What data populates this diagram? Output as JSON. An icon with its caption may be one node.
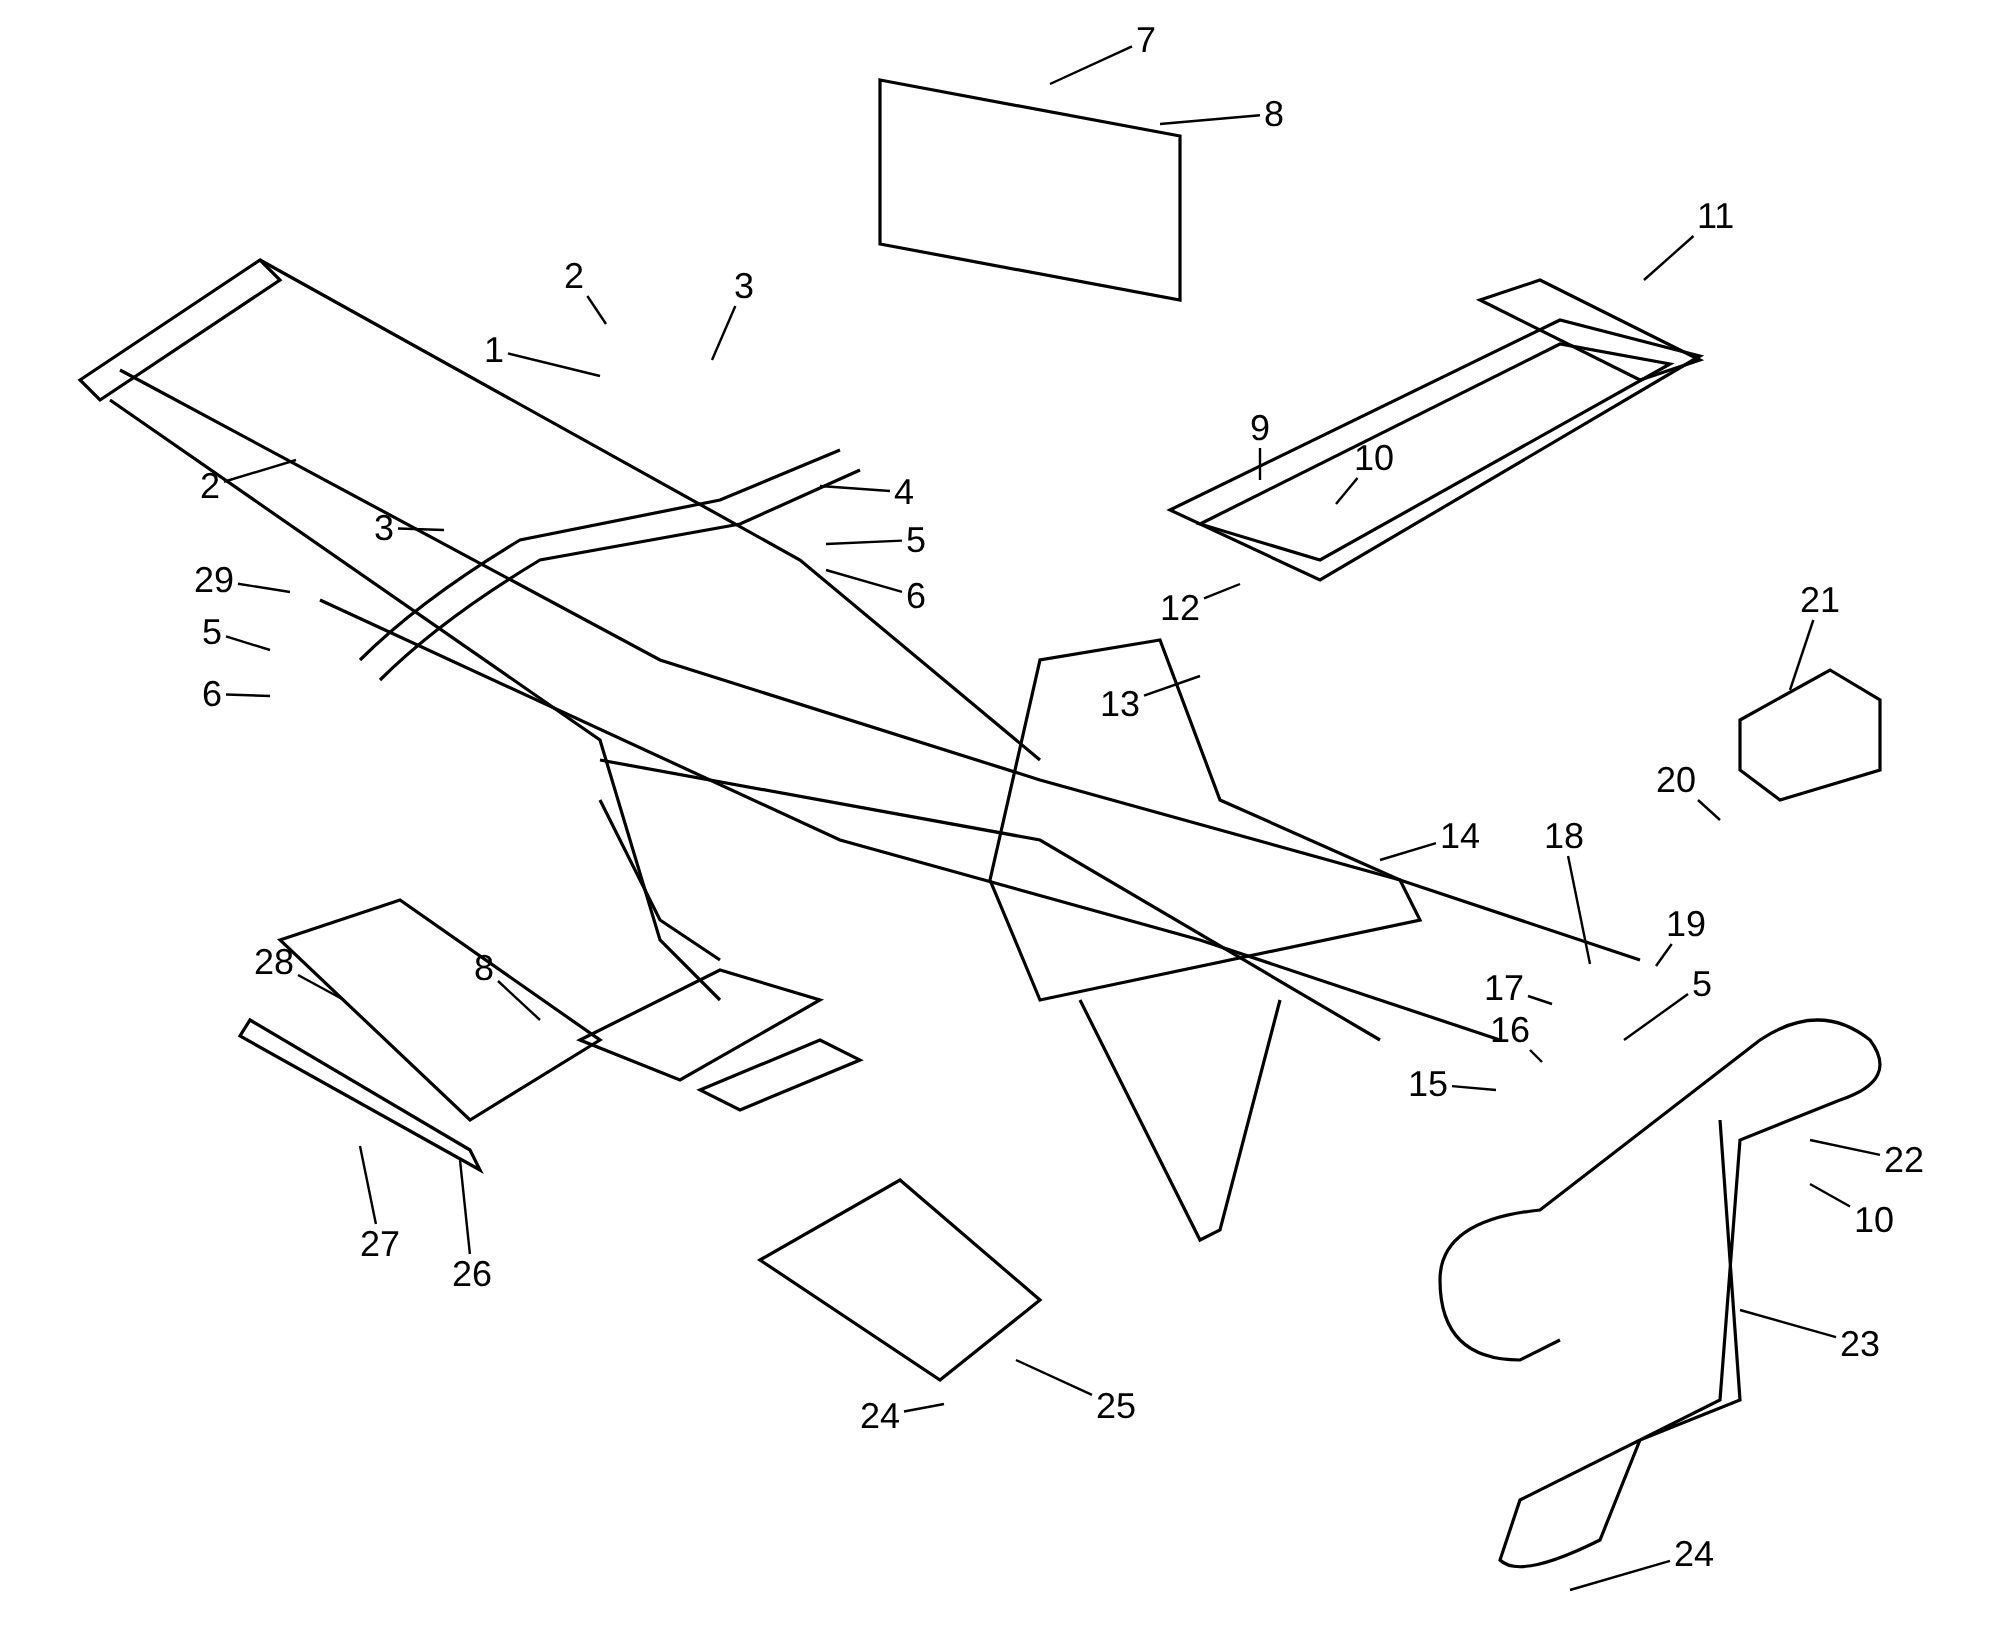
{
  "diagram": {
    "nodes": [
      {
        "text": [
          "7"
        ]
      },
      {
        "text": [
          "8"
        ]
      },
      {
        "text": [
          "11"
        ]
      },
      {
        "text": [
          "2"
        ]
      },
      {
        "text": [
          "3"
        ]
      },
      {
        "text": [
          "1"
        ]
      },
      {
        "text": [
          "9"
        ]
      },
      {
        "text": [
          "10"
        ]
      },
      {
        "text": [
          "2"
        ]
      },
      {
        "text": [
          "4"
        ]
      },
      {
        "text": [
          "3"
        ]
      },
      {
        "text": [
          "5"
        ]
      },
      {
        "text": [
          "29"
        ]
      },
      {
        "text": [
          "6"
        ]
      },
      {
        "text": [
          "12"
        ]
      },
      {
        "text": [
          "5"
        ]
      },
      {
        "text": [
          "13"
        ]
      },
      {
        "text": [
          "21"
        ]
      },
      {
        "text": [
          "6"
        ]
      },
      {
        "text": [
          "20"
        ]
      },
      {
        "text": [
          "14"
        ]
      },
      {
        "text": [
          "18"
        ]
      },
      {
        "text": [
          "19"
        ]
      },
      {
        "text": [
          "28"
        ]
      },
      {
        "text": [
          "8"
        ]
      },
      {
        "text": [
          "17"
        ]
      },
      {
        "text": [
          "5"
        ]
      },
      {
        "text": [
          "16"
        ]
      },
      {
        "text": [
          "15"
        ]
      },
      {
        "text": [
          "22"
        ]
      },
      {
        "text": [
          "10"
        ]
      },
      {
        "text": [
          "27"
        ]
      },
      {
        "text": [
          "26"
        ]
      },
      {
        "text": [
          "23"
        ]
      },
      {
        "text": [
          "25"
        ]
      },
      {
        "text": [
          "24"
        ]
      },
      {
        "text": [
          "24"
        ]
      }
    ],
    "edges": [
      {
        "from": 0,
        "to": null,
        "arrow": "none"
      },
      {
        "from": 1,
        "to": null,
        "arrow": "none"
      },
      {
        "from": 2,
        "to": null,
        "arrow": "none"
      },
      {
        "from": 3,
        "to": null,
        "arrow": "none"
      },
      {
        "from": 4,
        "to": null,
        "arrow": "none"
      },
      {
        "from": 5,
        "to": null,
        "arrow": "none"
      },
      {
        "from": 6,
        "to": null,
        "arrow": "none"
      },
      {
        "from": 7,
        "to": null,
        "arrow": "none"
      },
      {
        "from": 8,
        "to": null,
        "arrow": "none"
      },
      {
        "from": 9,
        "to": null,
        "arrow": "none"
      },
      {
        "from": 10,
        "to": null,
        "arrow": "none"
      },
      {
        "from": 11,
        "to": null,
        "arrow": "none"
      },
      {
        "from": 12,
        "to": null,
        "arrow": "none"
      },
      {
        "from": 13,
        "to": null,
        "arrow": "none"
      },
      {
        "from": 14,
        "to": null,
        "arrow": "none"
      },
      {
        "from": 15,
        "to": null,
        "arrow": "none"
      },
      {
        "from": 16,
        "to": null,
        "arrow": "none"
      },
      {
        "from": 17,
        "to": null,
        "arrow": "none"
      },
      {
        "from": 18,
        "to": null,
        "arrow": "none"
      },
      {
        "from": 19,
        "to": null,
        "arrow": "none"
      },
      {
        "from": 20,
        "to": null,
        "arrow": "none"
      },
      {
        "from": 21,
        "to": null,
        "arrow": "none"
      },
      {
        "from": 22,
        "to": null,
        "arrow": "none"
      },
      {
        "from": 23,
        "to": null,
        "arrow": "none"
      },
      {
        "from": 24,
        "to": null,
        "arrow": "none"
      },
      {
        "from": 25,
        "to": null,
        "arrow": "none"
      },
      {
        "from": 26,
        "to": null,
        "arrow": "none"
      },
      {
        "from": 27,
        "to": null,
        "arrow": "none"
      },
      {
        "from": 28,
        "to": null,
        "arrow": "none"
      },
      {
        "from": 29,
        "to": null,
        "arrow": "none"
      },
      {
        "from": 30,
        "to": null,
        "arrow": "none"
      },
      {
        "from": 31,
        "to": null,
        "arrow": "none"
      },
      {
        "from": 32,
        "to": null,
        "arrow": "none"
      },
      {
        "from": 33,
        "to": null,
        "arrow": "none"
      },
      {
        "from": 34,
        "to": null,
        "arrow": "none"
      },
      {
        "from": 35,
        "to": null,
        "arrow": "none"
      },
      {
        "from": 36,
        "to": null,
        "arrow": "none"
      }
    ]
  }
}
